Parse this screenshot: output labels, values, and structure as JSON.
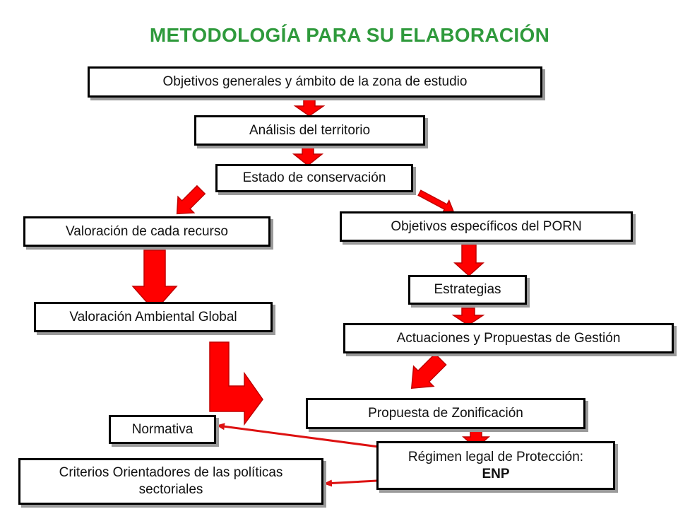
{
  "title": "METODOLOGÍA PARA SU ELABORACIÓN",
  "colors": {
    "title": "#2f9a3c",
    "arrow_fill": "#ff0000",
    "arrow_stroke": "#c00000",
    "connector": "#dd1111",
    "box_border": "#000000",
    "box_shadow": "#9a9a9a"
  },
  "nodes": {
    "objetivos_generales": "Objetivos generales y ámbito de la zona de estudio",
    "analisis_territorio": "Análisis del territorio",
    "estado_conservacion": "Estado de conservación",
    "valoracion_recurso": "Valoración de cada recurso",
    "objetivos_especificos": "Objetivos específicos del PORN",
    "estrategias": "Estrategias",
    "valoracion_ambiental": "Valoración Ambiental Global",
    "actuaciones": "Actuaciones y Propuestas de Gestión",
    "propuesta_zonificacion": "Propuesta de Zonificación",
    "normativa": "Normativa",
    "regimen_legal_line1": "Régimen legal de Protección:",
    "regimen_legal_line2": "ENP",
    "criterios_line1": "Criterios Orientadores de las políticas",
    "criterios_line2": "sectoriales"
  },
  "edges": [
    {
      "from": "objetivos_generales",
      "to": "analisis_territorio",
      "style": "block-arrow"
    },
    {
      "from": "analisis_territorio",
      "to": "estado_conservacion",
      "style": "block-arrow"
    },
    {
      "from": "estado_conservacion",
      "to": "valoracion_recurso",
      "style": "block-arrow"
    },
    {
      "from": "estado_conservacion",
      "to": "objetivos_especificos",
      "style": "block-arrow"
    },
    {
      "from": "valoracion_recurso",
      "to": "valoracion_ambiental",
      "style": "block-arrow"
    },
    {
      "from": "objetivos_especificos",
      "to": "estrategias",
      "style": "block-arrow"
    },
    {
      "from": "estrategias",
      "to": "actuaciones",
      "style": "block-arrow"
    },
    {
      "from": "actuaciones",
      "to": "propuesta_zonificacion",
      "style": "block-arrow"
    },
    {
      "from": "valoracion_ambiental",
      "to": "propuesta_zonificacion",
      "style": "bent-block-arrow"
    },
    {
      "from": "propuesta_zonificacion",
      "to": "regimen_legal",
      "style": "block-arrow"
    },
    {
      "from": "regimen_legal",
      "to": "normativa",
      "style": "line-arrow"
    },
    {
      "from": "regimen_legal",
      "to": "criterios",
      "style": "line-arrow"
    }
  ]
}
